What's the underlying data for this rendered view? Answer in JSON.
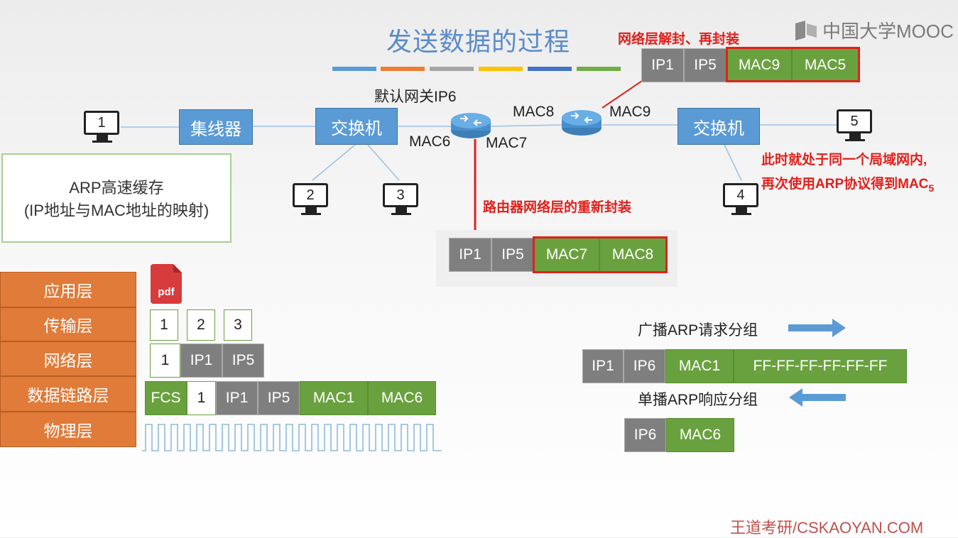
{
  "title": "发送数据的过程",
  "logo": {
    "text": "中国大学MOOC"
  },
  "title_bar_colors": [
    "#5b9bd5",
    "#ed7d31",
    "#a5a5a5",
    "#ffc000",
    "#4472c4",
    "#70ad47"
  ],
  "network": {
    "hub": "集线器",
    "switch_left": "交换机",
    "switch_right": "交换机",
    "hosts": [
      "1",
      "2",
      "3",
      "4",
      "5"
    ],
    "gateway_label": "默认网关IP6",
    "router1_ports": [
      "MAC6",
      "MAC7"
    ],
    "router2_ports": [
      "MAC8",
      "MAC9"
    ]
  },
  "annotations": {
    "net_layer_top": "网络层解封、再封装",
    "router_reencap": "路由器网络层的重新封装",
    "same_lan_line1": "此时就处于同一个局域网内,",
    "same_lan_line2": "再次使用ARP协议得到MAC",
    "same_lan_sub": "5"
  },
  "frames": {
    "top": [
      "IP1",
      "IP5",
      "MAC9",
      "MAC5"
    ],
    "middle": [
      "IP1",
      "IP5",
      "MAC7",
      "MAC8"
    ]
  },
  "arp_cache": {
    "line1": "ARP高速缓存",
    "line2": "(IP地址与MAC地址的映射)"
  },
  "layers": [
    "应用层",
    "传输层",
    "网络层",
    "数据链路层",
    "物理层"
  ],
  "stack": {
    "app_icon": "pdf",
    "transport": [
      "1",
      "2",
      "3"
    ],
    "network": [
      "1",
      "IP1",
      "IP5"
    ],
    "datalink": [
      "FCS",
      "1",
      "IP1",
      "IP5",
      "MAC1",
      "MAC6"
    ]
  },
  "arp_exchange": {
    "request_label": "广播ARP请求分组",
    "request_packet": [
      "IP1",
      "IP6",
      "MAC1",
      "FF-FF-FF-FF-FF-FF"
    ],
    "reply_label": "单播ARP响应分组",
    "reply_packet": [
      "IP6",
      "MAC6"
    ]
  },
  "footer": "王道考研/CSKAOYAN.COM"
}
